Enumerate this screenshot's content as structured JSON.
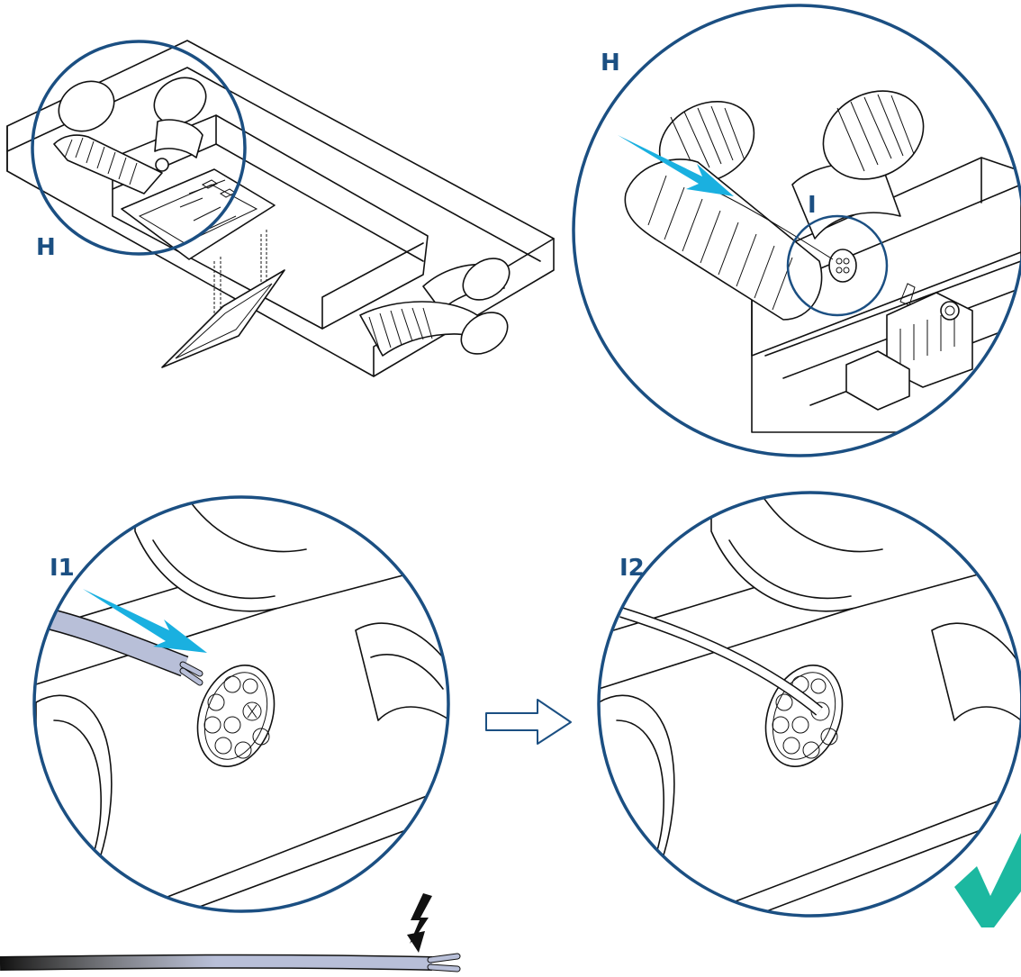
{
  "labels": {
    "overview_callout": "H",
    "detail_h_title": "H",
    "detail_i_label": "I",
    "step1_title": "I1",
    "step2_title": "I2"
  },
  "icons": {
    "power": "lightning-bolt-icon",
    "success": "checkmark-icon",
    "next": "outline-arrow-icon",
    "direction": "cyan-arrow-icon"
  },
  "colors": {
    "frame": "#1b4f82",
    "label": "#1b4f82",
    "arrow": "#1ab0e0",
    "cable": "#b8bfd8",
    "check": "#1cb8a0"
  }
}
